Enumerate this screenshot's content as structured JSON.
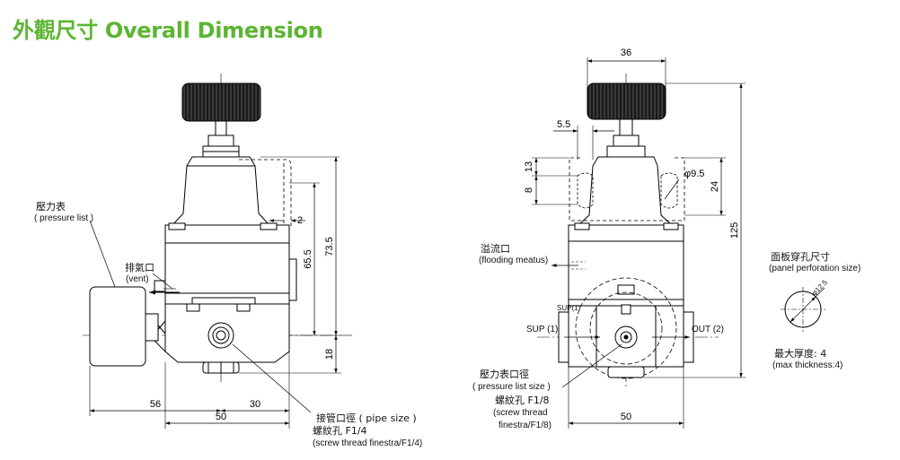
{
  "title": "外觀尺寸 Overall Dimension",
  "colors": {
    "title": "#5cb531",
    "line": "#000000",
    "knob": "#1a1a1a"
  },
  "left_view": {
    "dims": {
      "d2": "2",
      "d65_5": "65.5",
      "d73_5": "73.5",
      "d18": "18",
      "d56": "56",
      "d30": "30",
      "d50": "50"
    },
    "labels": {
      "gauge_zh": "壓力表",
      "gauge_en": "( pressure list )",
      "vent_zh": "排氣口",
      "vent_en": "(vent)",
      "pipe": "接管口徑 ( pipe size )",
      "thread_zh": "螺紋孔 F1/4",
      "thread_en": "(screw thread finestra/F1/4)"
    }
  },
  "right_view": {
    "dims": {
      "d36": "36",
      "d5_5": "5.5",
      "d13": "13",
      "d8": "8",
      "phi9_5": "φ9.5",
      "d24": "24",
      "d125": "125",
      "d50": "50"
    },
    "labels": {
      "overflow_zh": "溢流口",
      "overflow_en": "(flooding meatus)",
      "sup_small": "SUP(1)",
      "sup": "SUP (1)",
      "out": "OUT (2)",
      "gauge_size_zh": "壓力表口徑",
      "gauge_size_en": "( pressure list size )",
      "thread_zh": "螺紋孔 F1/8",
      "thread_en1": "(screw thread",
      "thread_en2": "finestra/F1/8)"
    }
  },
  "panel": {
    "title_zh": "面板穿孔尺寸",
    "title_en": "(panel perforation size)",
    "hole": "φ12.5",
    "thick_zh": "最大厚度: 4",
    "thick_en": "(max thickness:4)"
  }
}
